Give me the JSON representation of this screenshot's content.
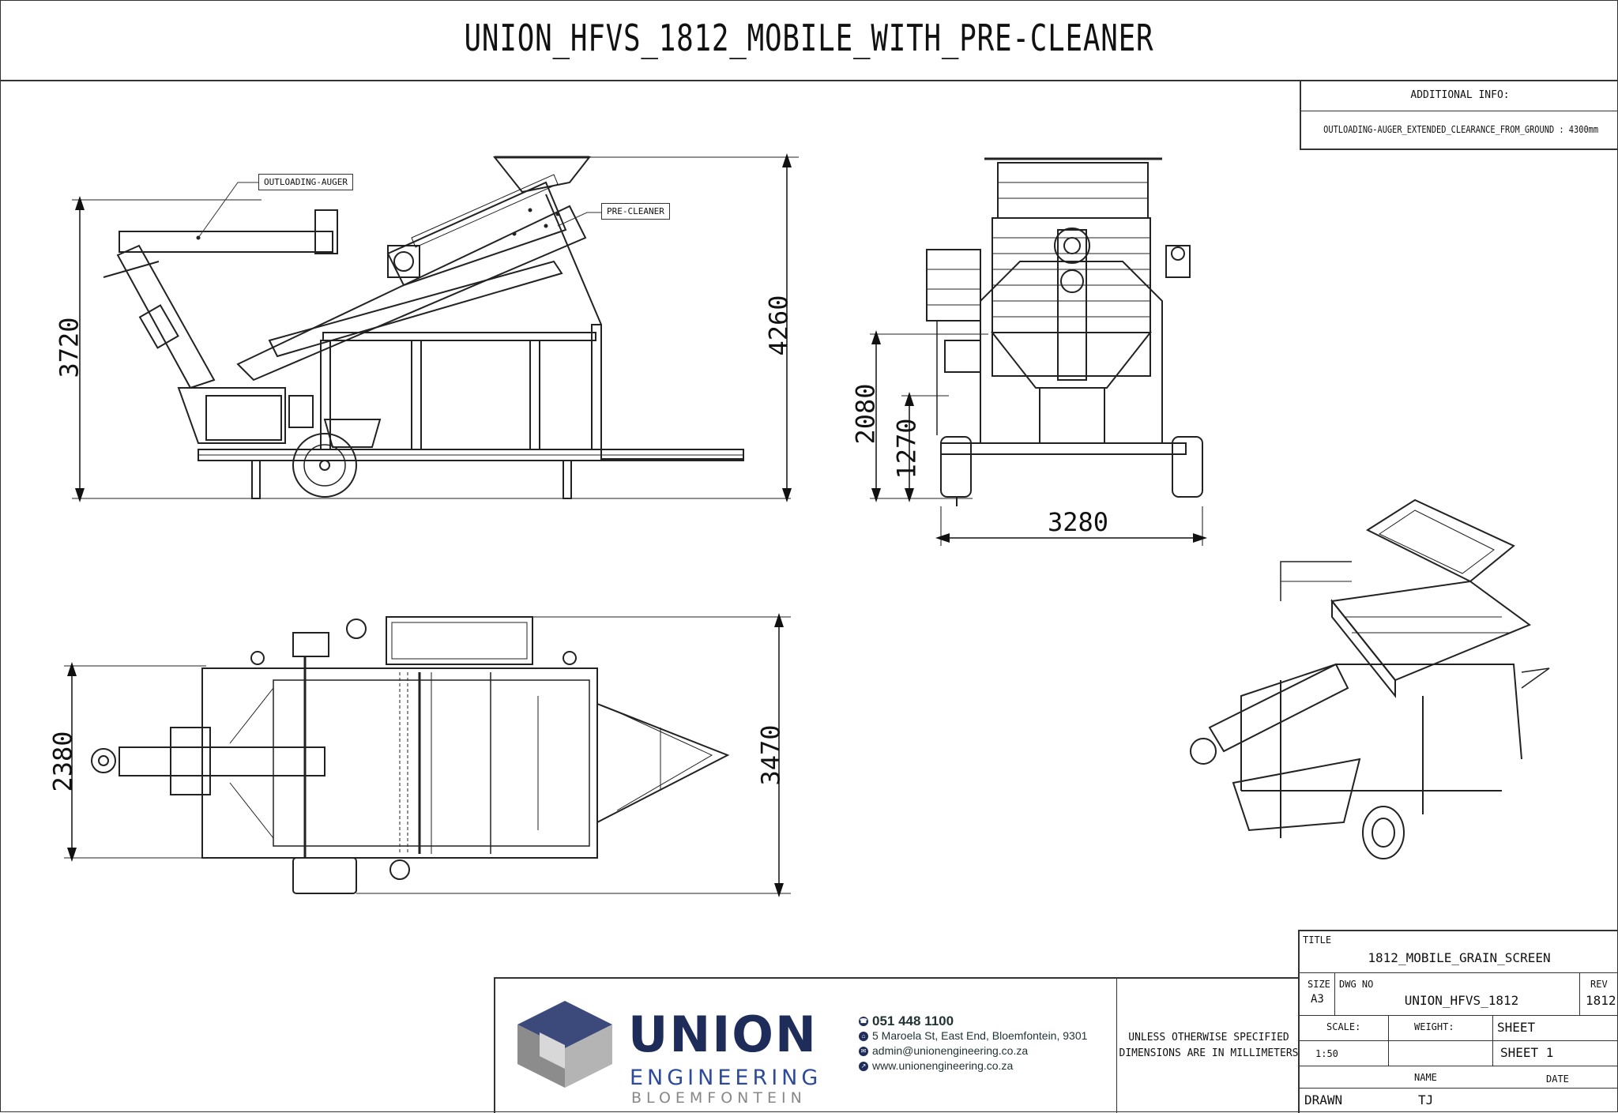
{
  "title": "UNION_HFVS_1812_MOBILE_WITH_PRE-CLEANER",
  "additional_info": {
    "heading": "ADDITIONAL INFO:",
    "text": "OUTLOADING-AUGER_EXTENDED_CLEARANCE_FROM_GROUND : 4300mm"
  },
  "callouts": {
    "outloading_auger": "OUTLOADING-AUGER",
    "pre_cleaner": "PRE-CLEANER"
  },
  "dimensions": {
    "side_height_left": "3720",
    "side_height_right": "4260",
    "front_height_outer": "2080",
    "front_height_inner": "1270",
    "front_width": "3280",
    "top_width_left": "2380",
    "top_width_right": "3470"
  },
  "company": {
    "name": "UNION",
    "line2": "ENGINEERING",
    "line3": "BLOEMFONTEIN",
    "phone": "051 448 1100",
    "address": "5 Maroela St, East End, Bloemfontein, 9301",
    "email": "admin@unionengineering.co.za",
    "website": "www.unionengineering.co.za",
    "colors": {
      "navy": "#1e2c5a",
      "blue": "#2e4a9a",
      "grey": "#888888"
    }
  },
  "note": "UNLESS OTHERWISE SPECIFIED DIMENSIONS ARE IN MILLIMETERS",
  "title_block": {
    "title_label": "TITLE",
    "title_value": "1812_MOBILE_GRAIN_SCREEN",
    "size_label": "SIZE",
    "size_value": "A3",
    "dwg_label": "DWG NO",
    "dwg_value": "UNION_HFVS_1812",
    "rev_label": "REV",
    "rev_value": "1812",
    "scale_label": "SCALE:",
    "scale_value": "1:50",
    "weight_label": "WEIGHT:",
    "sheet_label": "SHEET",
    "sheet_value": "SHEET 1",
    "name_label": "NAME",
    "date_label": "DATE",
    "drawn_label": "DRAWN",
    "drawn_value": "TJ"
  }
}
